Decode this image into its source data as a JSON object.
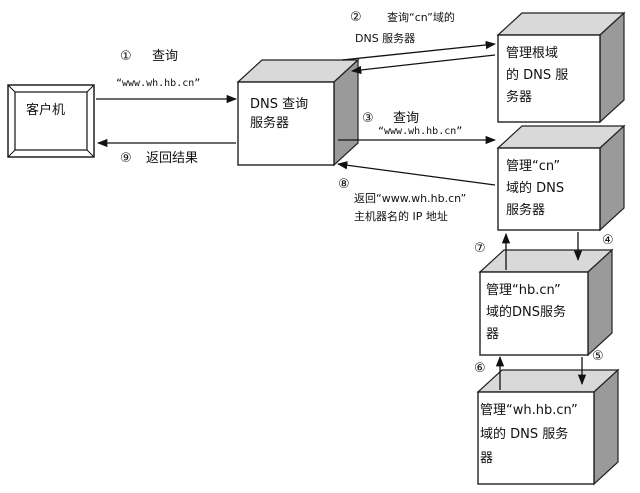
{
  "nodes": {
    "client": "客户机",
    "dns_server": [
      "DNS 查询",
      "服务器"
    ],
    "root_server": [
      "管理根域",
      "的 DNS 服",
      "务器"
    ],
    "cn_server": [
      "管理“cn”",
      "域的 DNS",
      "服务器"
    ],
    "hb_server": [
      "管理“hb.cn”",
      "域的DNS服务",
      "器"
    ],
    "wh_server": [
      "管理“wh.hb.cn”",
      "域的 DNS 服务",
      "器"
    ]
  },
  "steps": {
    "s1": {
      "num": "①",
      "text": "查询",
      "detail": "“www.wh.hb.cn”"
    },
    "s2": {
      "num": "②",
      "text": "查询“cn”域的",
      "detail": "DNS 服务器"
    },
    "s3": {
      "num": "③",
      "text": "查询",
      "detail": "“www.wh.hb.cn”"
    },
    "s4": {
      "num": "④"
    },
    "s5": {
      "num": "⑤"
    },
    "s6": {
      "num": "⑥"
    },
    "s7": {
      "num": "⑦"
    },
    "s8": {
      "num": "⑧",
      "text": "返回“www.wh.hb.cn”",
      "detail": "主机器名的 IP 地址"
    },
    "s9": {
      "num": "⑨",
      "text": "返回结果"
    }
  }
}
